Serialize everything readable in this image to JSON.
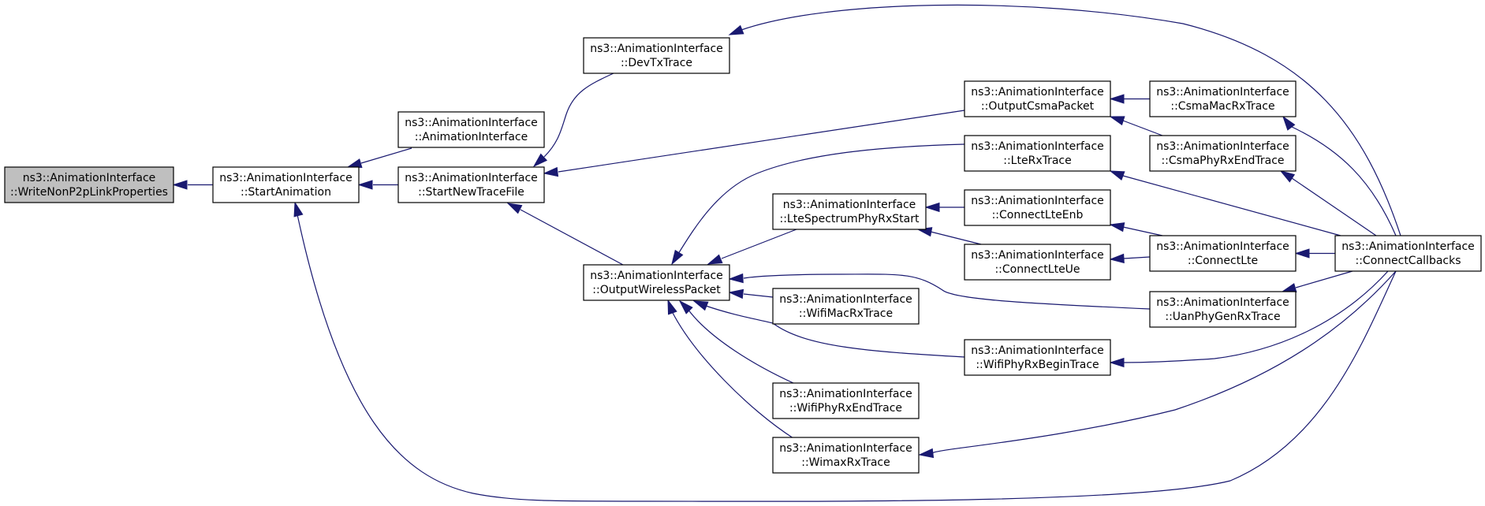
{
  "graph": {
    "type": "call-graph",
    "colors": {
      "edge": "#191970",
      "highlight_fill": "#bfbfbf",
      "node_border": "#000000"
    },
    "nodes": [
      {
        "id": "n0",
        "line1": "ns3::AnimationInterface",
        "line2": "::WriteNonP2pLinkProperties",
        "highlight": true
      },
      {
        "id": "n1",
        "line1": "ns3::AnimationInterface",
        "line2": "::StartAnimation"
      },
      {
        "id": "n2",
        "line1": "ns3::AnimationInterface",
        "line2": "::AnimationInterface"
      },
      {
        "id": "n3",
        "line1": "ns3::AnimationInterface",
        "line2": "::StartNewTraceFile"
      },
      {
        "id": "n4",
        "line1": "ns3::AnimationInterface",
        "line2": "::DevTxTrace"
      },
      {
        "id": "n5",
        "line1": "ns3::AnimationInterface",
        "line2": "::OutputWirelessPacket"
      },
      {
        "id": "n6",
        "line1": "ns3::AnimationInterface",
        "line2": "::OutputCsmaPacket"
      },
      {
        "id": "n7",
        "line1": "ns3::AnimationInterface",
        "line2": "::LteRxTrace"
      },
      {
        "id": "n8",
        "line1": "ns3::AnimationInterface",
        "line2": "::LteSpectrumPhyRxStart"
      },
      {
        "id": "n9",
        "line1": "ns3::AnimationInterface",
        "line2": "::WifiMacRxTrace"
      },
      {
        "id": "n10",
        "line1": "ns3::AnimationInterface",
        "line2": "::WifiPhyRxEndTrace"
      },
      {
        "id": "n11",
        "line1": "ns3::AnimationInterface",
        "line2": "::WimaxRxTrace"
      },
      {
        "id": "n12",
        "line1": "ns3::AnimationInterface",
        "line2": "::WifiPhyRxBeginTrace"
      },
      {
        "id": "n13",
        "line1": "ns3::AnimationInterface",
        "line2": "::ConnectLteEnb"
      },
      {
        "id": "n14",
        "line1": "ns3::AnimationInterface",
        "line2": "::ConnectLteUe"
      },
      {
        "id": "n15",
        "line1": "ns3::AnimationInterface",
        "line2": "::CsmaMacRxTrace"
      },
      {
        "id": "n16",
        "line1": "ns3::AnimationInterface",
        "line2": "::CsmaPhyRxEndTrace"
      },
      {
        "id": "n17",
        "line1": "ns3::AnimationInterface",
        "line2": "::ConnectLte"
      },
      {
        "id": "n18",
        "line1": "ns3::AnimationInterface",
        "line2": "::UanPhyGenRxTrace"
      },
      {
        "id": "n19",
        "line1": "ns3::AnimationInterface",
        "line2": "::ConnectCallbacks"
      }
    ],
    "edges": [
      {
        "from": "n1",
        "to": "n0"
      },
      {
        "from": "n2",
        "to": "n1"
      },
      {
        "from": "n3",
        "to": "n1"
      },
      {
        "from": "n19",
        "to": "n1"
      },
      {
        "from": "n4",
        "to": "n3"
      },
      {
        "from": "n5",
        "to": "n3"
      },
      {
        "from": "n6",
        "to": "n3"
      },
      {
        "from": "n19",
        "to": "n4"
      },
      {
        "from": "n7",
        "to": "n5"
      },
      {
        "from": "n8",
        "to": "n5"
      },
      {
        "from": "n9",
        "to": "n5"
      },
      {
        "from": "n10",
        "to": "n5"
      },
      {
        "from": "n11",
        "to": "n5"
      },
      {
        "from": "n12",
        "to": "n5"
      },
      {
        "from": "n18",
        "to": "n5"
      },
      {
        "from": "n15",
        "to": "n6"
      },
      {
        "from": "n16",
        "to": "n6"
      },
      {
        "from": "n19",
        "to": "n7"
      },
      {
        "from": "n13",
        "to": "n8"
      },
      {
        "from": "n14",
        "to": "n8"
      },
      {
        "from": "n19",
        "to": "n11"
      },
      {
        "from": "n19",
        "to": "n12"
      },
      {
        "from": "n17",
        "to": "n13"
      },
      {
        "from": "n17",
        "to": "n14"
      },
      {
        "from": "n19",
        "to": "n15"
      },
      {
        "from": "n19",
        "to": "n16"
      },
      {
        "from": "n19",
        "to": "n17"
      },
      {
        "from": "n19",
        "to": "n18"
      }
    ]
  }
}
